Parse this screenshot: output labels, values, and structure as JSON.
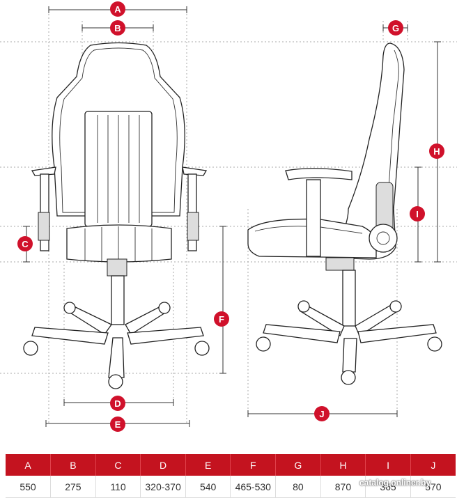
{
  "dimensions": [
    {
      "marker": "A",
      "value": "550"
    },
    {
      "marker": "B",
      "value": "275"
    },
    {
      "marker": "C",
      "value": "110"
    },
    {
      "marker": "D",
      "value": "320-370"
    },
    {
      "marker": "E",
      "value": "540"
    },
    {
      "marker": "F",
      "value": "465-530"
    },
    {
      "marker": "G",
      "value": "80"
    },
    {
      "marker": "H",
      "value": "870"
    },
    {
      "marker": "I",
      "value": "365"
    },
    {
      "marker": "J",
      "value": "570"
    }
  ],
  "watermark": "catalog.onliner.by",
  "colors": {
    "accent": "#c4131f",
    "marker": "#d0112b"
  }
}
